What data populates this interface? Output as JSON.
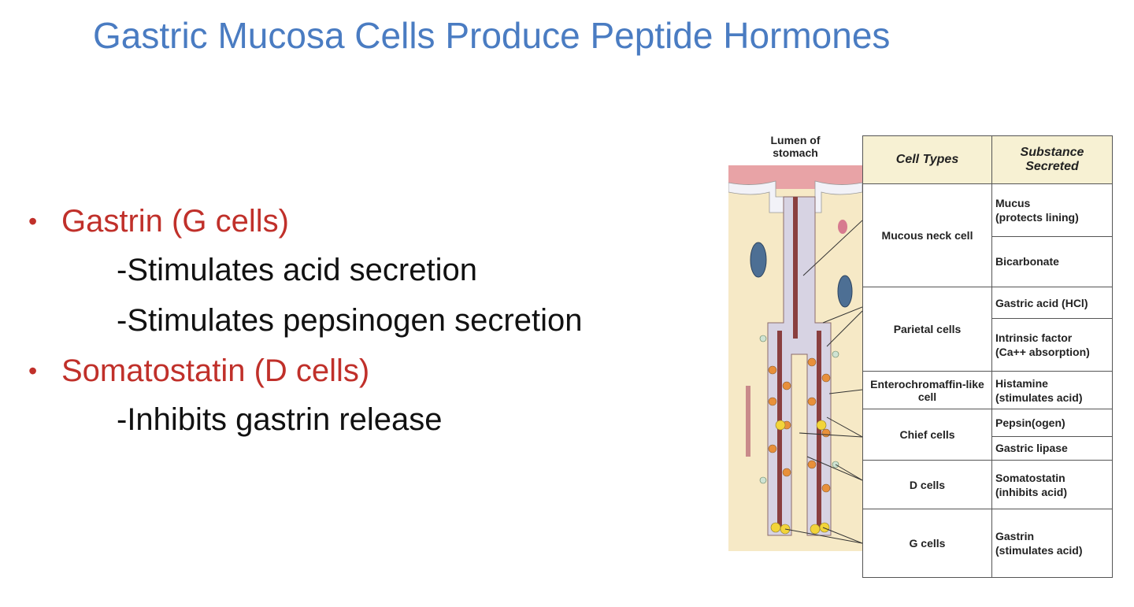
{
  "title": "Gastric Mucosa Cells Produce Peptide Hormones",
  "bullets": [
    {
      "label": "Gastrin (G cells)",
      "subs": [
        "-Stimulates acid secretion",
        "-Stimulates pepsinogen secretion"
      ]
    },
    {
      "label": "Somatostatin (D cells)",
      "subs": [
        "-Inhibits gastrin release"
      ]
    }
  ],
  "figure": {
    "lumen_label": "Lumen of stomach",
    "headers": {
      "cell_types": "Cell Types",
      "substance": "Substance Secreted"
    },
    "cell_types": {
      "mucous_neck": "Mucous neck cell",
      "parietal": "Parietal cells",
      "ecl": "Enterochromaffin-like cell",
      "chief": "Chief cells",
      "d_cells": "D cells",
      "g_cells": "G cells"
    },
    "substances": {
      "mucus": "Mucus",
      "mucus_note": "(protects lining)",
      "bicarbonate": "Bicarbonate",
      "gastric_acid": "Gastric acid (HCl)",
      "intrinsic_factor": "Intrinsic factor",
      "intrinsic_note": "(Ca++ absorption)",
      "histamine": "Histamine",
      "histamine_note": "(stimulates acid)",
      "pepsinogen": "Pepsin(ogen)",
      "lipase": "Gastric lipase",
      "somatostatin": "Somatostatin",
      "somatostatin_note": "(inhibits acid)",
      "gastrin": "Gastrin",
      "gastrin_note": "(stimulates acid)"
    }
  }
}
